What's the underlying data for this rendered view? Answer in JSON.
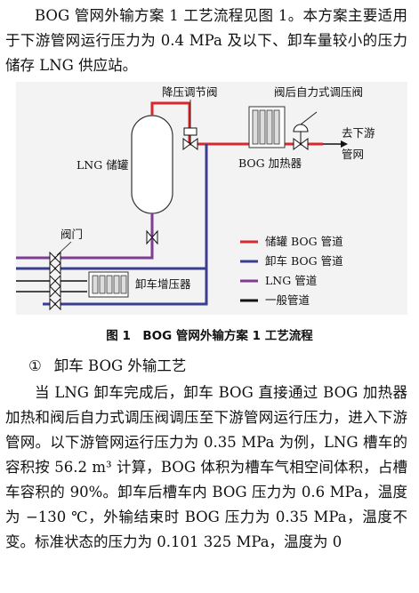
{
  "paragraph_intro": "BOG 管网外输方案 1 工艺流程见图 1。本方案主要适用于下游管网运行压力为 0.4 MPa 及以下、卸车量较小的压力储存 LNG 供应站。",
  "figure": {
    "labels": {
      "tank": "LNG 储罐",
      "reducing_valve": "降压调节阀",
      "self_regulator": "阀后自力式调压阀",
      "bog_heater": "BOG 加热器",
      "downstream_line1": "去下游",
      "downstream_line2": "管网",
      "valve": "阀门",
      "unloading_booster": "卸车增压器"
    },
    "legend": [
      {
        "label": "储罐 BOG 管道",
        "color": "#d7282f"
      },
      {
        "label": "卸车 BOG 管道",
        "color": "#3b3d8f"
      },
      {
        "label": "LNG 管道",
        "color": "#7e3d93"
      },
      {
        "label": "一般管道",
        "color": "#111111"
      }
    ]
  },
  "caption": "图 1　BOG 管网外输方案 1 工艺流程",
  "section": {
    "number": "①",
    "title": "卸车 BOG 外输工艺"
  },
  "paragraph_body": "当 LNG 卸车完成后，卸车 BOG 直接通过 BOG 加热器加热和阀后自力式调压阀调压至下游管网运行压力，进入下游管网。以下游管网运行压力为 0.35 MPa 为例，LNG 槽车的容积按 56.2 m³ 计算，BOG 体积为槽车气相空间体积，占槽车容积的 90%。卸车后槽车内 BOG 压力为 0.6 MPa，温度为 −130 ℃，外输结束时 BOG 压力为 0.35 MPa，温度不变。标准状态的压力为 0.101 325 MPa，温度为 0"
}
